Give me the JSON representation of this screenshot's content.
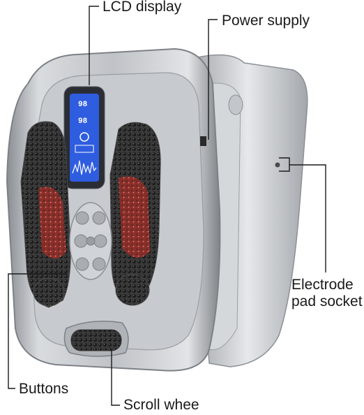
{
  "callouts": {
    "lcd_display": "LCD display",
    "power_supply": "Power supply",
    "electrode_pad_socket_line1": "Electrode",
    "electrode_pad_socket_line2": "pad socket",
    "buttons": "Buttons",
    "scroll_wheel": "Scroll whee"
  },
  "lcd_screen": {
    "top_left_value": "98",
    "mid_left_value": "98"
  },
  "colors": {
    "silver_body": "#b9bcc0",
    "silver_dark": "#7d8186",
    "screen_blue": "#2f5de0",
    "screen_frame": "#2a2d33",
    "massage_red": "#a8322e",
    "nub_dark": "#2b2b2b"
  }
}
